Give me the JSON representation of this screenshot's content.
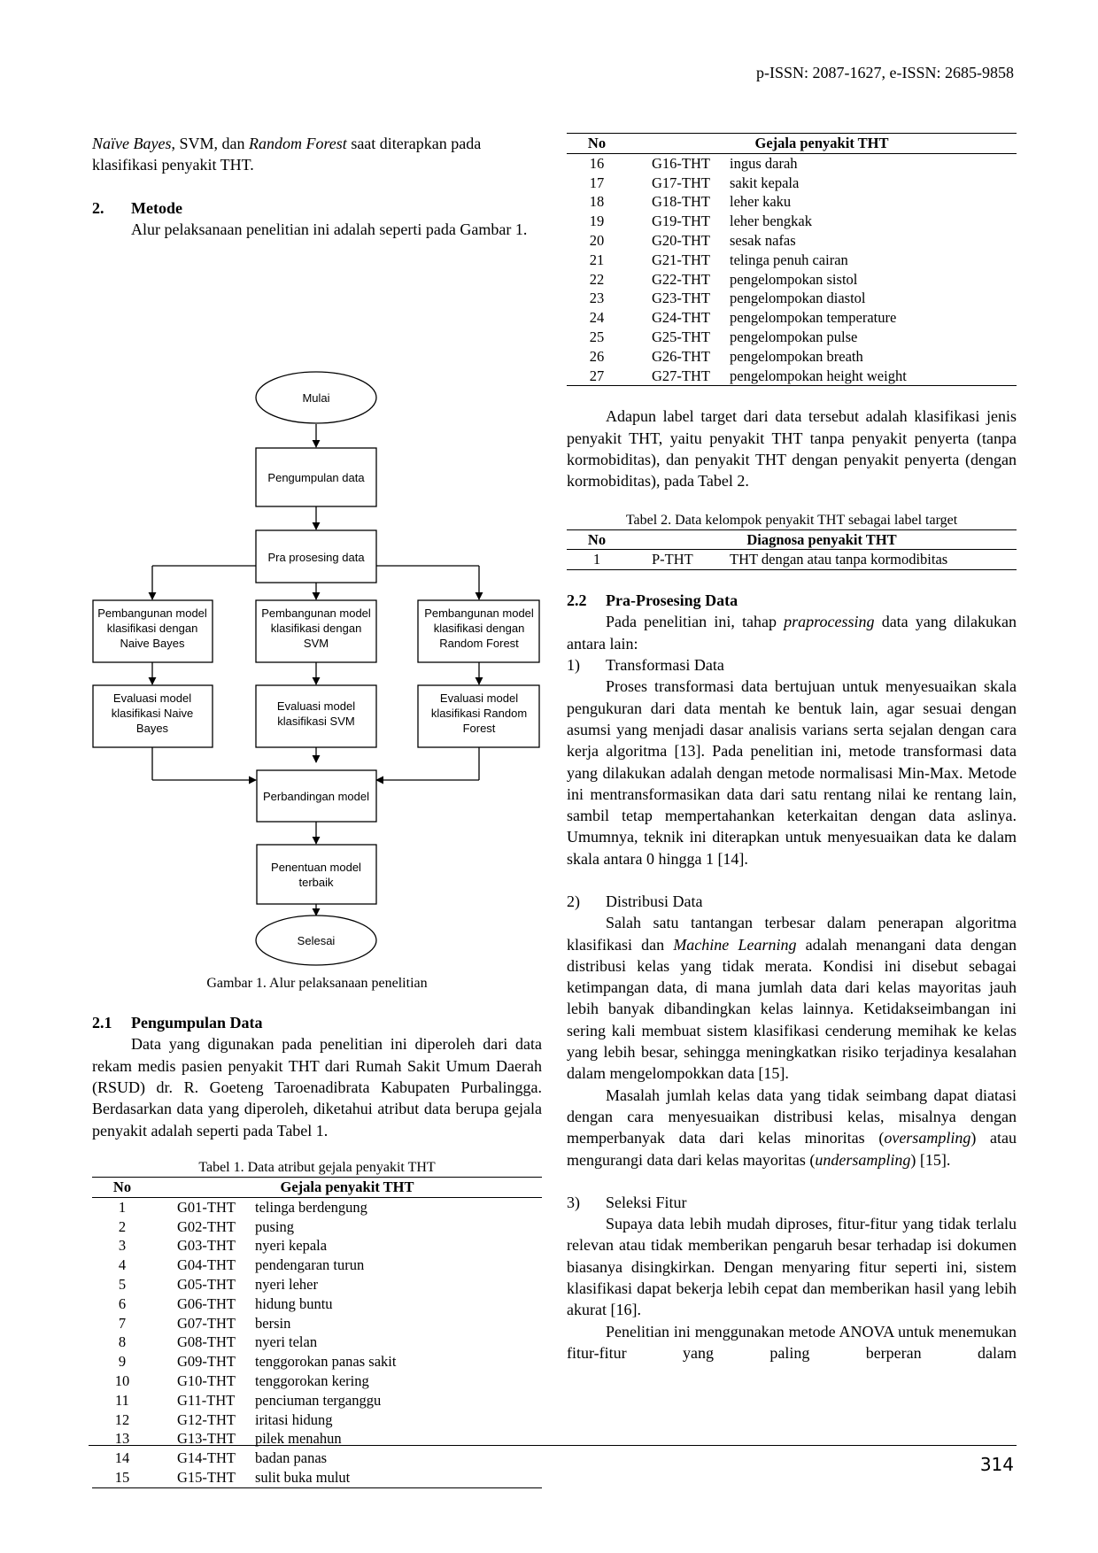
{
  "header": {
    "issn": "p-ISSN: 2087-1627, e-ISSN: 2685-9858"
  },
  "left": {
    "intro_line1_em1": "Naïve Bayes",
    "intro_line1_mid": ", SVM, dan ",
    "intro_line1_em2": "Random Forest",
    "intro_line1_end": " saat diterapkan pada",
    "intro_line2": "klasifikasi penyakit THT.",
    "sec2_num": "2.",
    "sec2_title": "Metode",
    "sec2_para": "Alur pelaksanaan penelitian ini adalah seperti pada Gambar 1.",
    "figure": {
      "start": "Mulai",
      "collect": "Pengumpulan data",
      "preproc": "Pra prosesing data",
      "nb_build_1": "Pembangunan model",
      "nb_build_2": "klasifikasi dengan",
      "nb_build_3": "Naive Bayes",
      "svm_build_1": "Pembangunan model",
      "svm_build_2": "klasifikasi dengan",
      "svm_build_3": "SVM",
      "rf_build_1": "Pembangunan model",
      "rf_build_2": "klasifikasi dengan",
      "rf_build_3": "Random Forest",
      "nb_eval_1": "Evaluasi model",
      "nb_eval_2": "klasifikasi Naive",
      "nb_eval_3": "Bayes",
      "svm_eval_1": "Evaluasi model",
      "svm_eval_2": "klasifikasi SVM",
      "rf_eval_1": "Evaluasi model",
      "rf_eval_2": "klasifikasi Random",
      "rf_eval_3": "Forest",
      "compare": "Perbandingan model",
      "best_1": "Penentuan model",
      "best_2": "terbaik",
      "end": "Selesai",
      "caption": "Gambar 1. Alur pelaksanaan penelitian"
    },
    "sec21_num": "2.1",
    "sec21_title": "Pengumpulan Data",
    "sec21_para": "Data yang digunakan pada penelitian ini diperoleh dari data rekam medis pasien penyakit THT dari Rumah Sakit Umum Daerah (RSUD) dr. R. Goeteng Taroenadibrata Kabupaten Purbalingga. Berdasarkan data yang diperoleh, diketahui atribut data berupa gejala penyakit adalah seperti pada Tabel 1.",
    "table1_caption": "Tabel 1. Data atribut gejala penyakit THT",
    "table_head_no": "No",
    "table_head_sym": "Gejala penyakit THT",
    "table1_rows": [
      [
        "1",
        "G01-THT",
        "telinga berdengung"
      ],
      [
        "2",
        "G02-THT",
        "pusing"
      ],
      [
        "3",
        "G03-THT",
        "nyeri kepala"
      ],
      [
        "4",
        "G04-THT",
        "pendengaran turun"
      ],
      [
        "5",
        "G05-THT",
        "nyeri leher"
      ],
      [
        "6",
        "G06-THT",
        "hidung buntu"
      ],
      [
        "7",
        "G07-THT",
        "bersin"
      ],
      [
        "8",
        "G08-THT",
        "nyeri telan"
      ],
      [
        "9",
        "G09-THT",
        "tenggorokan panas sakit"
      ],
      [
        "10",
        "G10-THT",
        "tenggorokan kering"
      ],
      [
        "11",
        "G11-THT",
        "penciuman terganggu"
      ],
      [
        "12",
        "G12-THT",
        "iritasi hidung"
      ],
      [
        "13",
        "G13-THT",
        "pilek menahun"
      ],
      [
        "14",
        "G14-THT",
        "badan panas"
      ],
      [
        "15",
        "G15-THT",
        "sulit buka mulut"
      ]
    ]
  },
  "right": {
    "table1b_rows": [
      [
        "16",
        "G16-THT",
        "ingus darah"
      ],
      [
        "17",
        "G17-THT",
        "sakit kepala"
      ],
      [
        "18",
        "G18-THT",
        "leher kaku"
      ],
      [
        "19",
        "G19-THT",
        "leher bengkak"
      ],
      [
        "20",
        "G20-THT",
        "sesak nafas"
      ],
      [
        "21",
        "G21-THT",
        "telinga penuh cairan"
      ],
      [
        "22",
        "G22-THT",
        "pengelompokan sistol"
      ],
      [
        "23",
        "G23-THT",
        "pengelompokan diastol"
      ],
      [
        "24",
        "G24-THT",
        "pengelompokan temperature"
      ],
      [
        "25",
        "G25-THT",
        "pengelompokan pulse"
      ],
      [
        "26",
        "G26-THT",
        "pengelompokan breath"
      ],
      [
        "27",
        "G27-THT",
        "pengelompokan height weight"
      ]
    ],
    "label_para": "Adapun label target dari data tersebut adalah klasifikasi jenis penyakit THT, yaitu penyakit THT tanpa penyakit penyerta (tanpa kormobiditas), dan penyakit THT dengan penyakit penyerta (dengan kormobiditas), pada Tabel 2.",
    "table2_caption": "Tabel 2. Data kelompok penyakit THT sebagai label target",
    "table2_head_no": "No",
    "table2_head_diag": "Diagnosa penyakit THT",
    "table2_rows": [
      [
        "1",
        "P-THT",
        "THT dengan atau tanpa kormodibitas"
      ]
    ],
    "sec22_num": "2.2",
    "sec22_title": "Pra-Prosesing Data",
    "sec22_para_a": "Pada penelitian ini, tahap ",
    "sec22_para_em": "praprocessing",
    "sec22_para_b": " data yang dilakukan antara lain:",
    "item1_num": "1)",
    "item1_title": "Transformasi Data",
    "item1_para": "Proses transformasi data bertujuan untuk menyesuaikan skala pengukuran dari data mentah ke bentuk lain, agar sesuai dengan asumsi yang menjadi dasar analisis varians serta sejalan dengan cara kerja algoritma [13]. Pada penelitian ini, metode transformasi data yang dilakukan adalah dengan metode normalisasi Min-Max. Metode ini mentransformasikan data dari satu rentang nilai ke rentang lain, sambil tetap mempertahankan keterkaitan dengan data aslinya. Umumnya, teknik ini diterapkan untuk menyesuaikan data ke dalam skala antara 0 hingga 1 [14].",
    "item2_num": "2)",
    "item2_title": "Distribusi Data",
    "item2_para1_a": "Salah satu tantangan terbesar dalam penerapan algoritma klasifikasi dan ",
    "item2_para1_em": "Machine Learning",
    "item2_para1_b": " adalah menangani data dengan distribusi kelas yang tidak merata. Kondisi ini disebut sebagai ketimpangan data, di mana jumlah data dari kelas mayoritas jauh lebih banyak dibandingkan kelas lainnya. Ketidakseimbangan ini sering kali membuat sistem klasifikasi cenderung memihak ke kelas yang lebih besar, sehingga meningkatkan risiko terjadinya kesalahan dalam mengelompokkan data [15].",
    "item2_para2_a": "Masalah jumlah kelas data yang tidak seimbang dapat diatasi dengan cara menyesuaikan distribusi kelas, misalnya dengan memperbanyak data dari kelas minoritas (",
    "item2_para2_em1": "oversampling",
    "item2_para2_b": ") atau mengurangi data dari kelas mayoritas (",
    "item2_para2_em2": "undersampling",
    "item2_para2_c": ") [15].",
    "item3_num": "3)",
    "item3_title": "Seleksi Fitur",
    "item3_para1": "Supaya data lebih mudah diproses, fitur-fitur yang tidak terlalu relevan atau tidak memberikan pengaruh besar terhadap isi dokumen biasanya disingkirkan. Dengan menyaring fitur seperti ini, sistem klasifikasi dapat bekerja lebih cepat dan memberikan hasil yang lebih akurat [16].",
    "item3_para2": "Penelitian ini menggunakan metode ANOVA untuk menemukan fitur-fitur yang paling berperan dalam"
  },
  "footer": {
    "page_number": "314"
  }
}
